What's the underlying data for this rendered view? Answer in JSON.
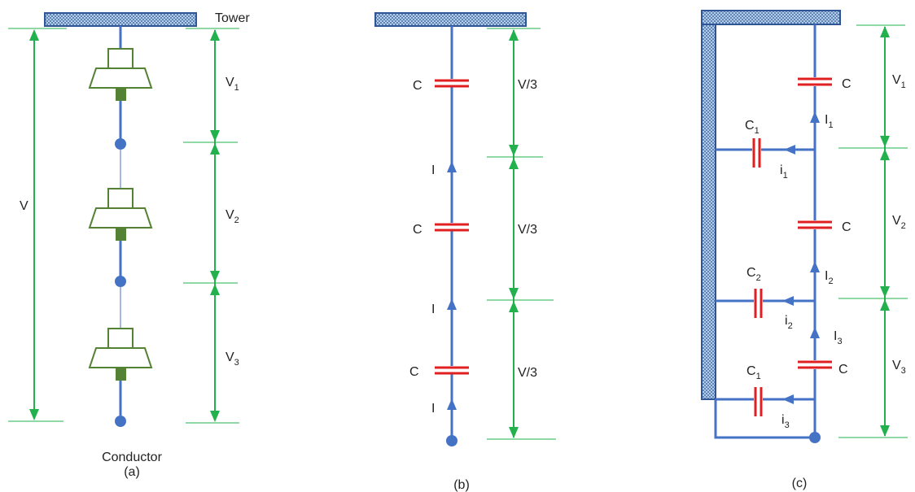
{
  "panel_a": {
    "tower_label": "Tower",
    "total_voltage": "V",
    "v1": {
      "base": "V",
      "sub": "1"
    },
    "v2": {
      "base": "V",
      "sub": "2"
    },
    "v3": {
      "base": "V",
      "sub": "3"
    },
    "conductor_label": "Conductor",
    "caption": "(a)"
  },
  "panel_b": {
    "cap_label": "C",
    "current_label": "I",
    "third_label": "V/3",
    "caption": "(b)"
  },
  "panel_c": {
    "cap_label": "C",
    "shunt1": {
      "base": "C",
      "sub": "1"
    },
    "shunt2": {
      "base": "C",
      "sub": "2"
    },
    "shunt3": {
      "base": "C",
      "sub": "1"
    },
    "I1": {
      "base": "I",
      "sub": "1"
    },
    "I2": {
      "base": "I",
      "sub": "2"
    },
    "I3": {
      "base": "I",
      "sub": "3"
    },
    "i1": {
      "base": "i",
      "sub": "1"
    },
    "i2": {
      "base": "i",
      "sub": "2"
    },
    "i3": {
      "base": "i",
      "sub": "3"
    },
    "v1": {
      "base": "V",
      "sub": "1"
    },
    "v2": {
      "base": "V",
      "sub": "2"
    },
    "v3": {
      "base": "V",
      "sub": "3"
    },
    "caption": "(c)"
  },
  "colors": {
    "wire": "#4472C4",
    "capacitor": "#E02020",
    "dimension": "#22B14C",
    "insulator": "#548235",
    "tower_fill": "#BDD7EE",
    "tower_stroke": "#2F5597"
  }
}
